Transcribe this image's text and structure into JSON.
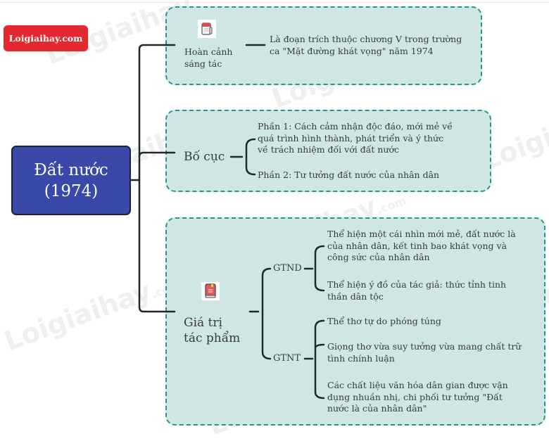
{
  "brand": {
    "label": "Loigiaihay.com"
  },
  "watermark": {
    "text": "Loigiaihay",
    "suffix": ".com"
  },
  "root": {
    "line1": "Đất nước",
    "line2": "(1974)"
  },
  "branches": {
    "context": {
      "label_line1": "Hoàn cảnh",
      "label_line2": "sáng tác",
      "icon": "notebook-icon",
      "content_line1": "Là đoạn trích thuộc chương V trong trường",
      "content_line2": "ca \"Mặt đường khát vọng\" năm 1974"
    },
    "structure": {
      "label": "Bố cục",
      "parts": [
        {
          "lines": [
            "Phần 1: Cách cảm nhận độc đáo, mới mẻ về",
            "quá trình hình thành, phát triển và ý thức",
            "về trách nhiệm đối với đất nước"
          ]
        },
        {
          "lines": [
            "Phần 2: Tư tưởng đất nước của nhân dân"
          ]
        }
      ]
    },
    "value": {
      "label_line1": "Giá trị",
      "label_line2": "tác phẩm",
      "icon": "book-icon",
      "groups": [
        {
          "label": "GTND",
          "items": [
            {
              "lines": [
                "Thể hiện một cái nhìn mới mẻ, đất nước là",
                "của nhân dân, kết tinh bao khát vọng và",
                "công sức của nhân dân"
              ]
            },
            {
              "lines": [
                "Thể hiện ý đồ của tác giả: thức tỉnh tinh",
                "thần dân tộc"
              ]
            }
          ]
        },
        {
          "label": "GTNT",
          "items": [
            {
              "lines": [
                "Thể thơ tự do phóng túng"
              ]
            },
            {
              "lines": [
                "Giọng thơ vừa suy tưởng vừa mang chất trữ",
                "tình chính luận"
              ]
            },
            {
              "lines": [
                "Các chất liệu văn hóa dân gian được vận",
                "dụng nhuần nhị, chi phối tư tưởng \"Đất",
                "nước là của nhân dân\""
              ]
            }
          ]
        }
      ]
    }
  },
  "colors": {
    "root_fill": "#3a48aa",
    "box_fill": "#cfe6e5",
    "box_border": "#1f9a86",
    "brand_red": "#e3292f",
    "line": "#1e2a2a"
  }
}
